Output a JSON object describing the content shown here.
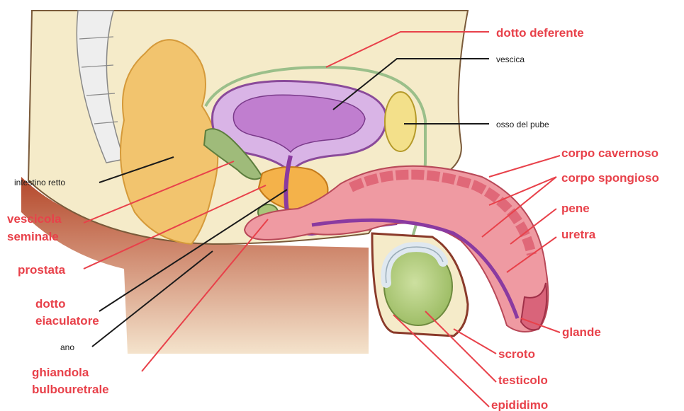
{
  "labels": {
    "dotto_deferente": "dotto deferente",
    "vescica": "vescica",
    "osso_del_pube": "osso del pube",
    "corpo_cavernoso": "corpo cavernoso",
    "corpo_spongioso": "corpo spongioso",
    "pene": "pene",
    "uretra": "uretra",
    "glande": "glande",
    "scroto": "scroto",
    "testicolo": "testicolo",
    "epididimo": "epididimo",
    "intestino_retto": "intestino retto",
    "vescicola_1": "vescicola",
    "vescicola_2": "seminale",
    "prostata": "prostata",
    "dotto_ej_1": "dotto",
    "dotto_ej_2": "eiaculatore",
    "ano": "ano",
    "ghiandola_1": "ghiandola",
    "ghiandola_2": "bulbouretrale"
  },
  "colors": {
    "label_red": "#e8414a",
    "label_black": "#1a1a1a",
    "skin": "#f3e6c6",
    "tissue_dark": "#9c3a22",
    "bladder": "#c48ad0",
    "intestine": "#f2c46e",
    "pink_tissue": "#ef8a93",
    "testis": "#b7d08a"
  }
}
